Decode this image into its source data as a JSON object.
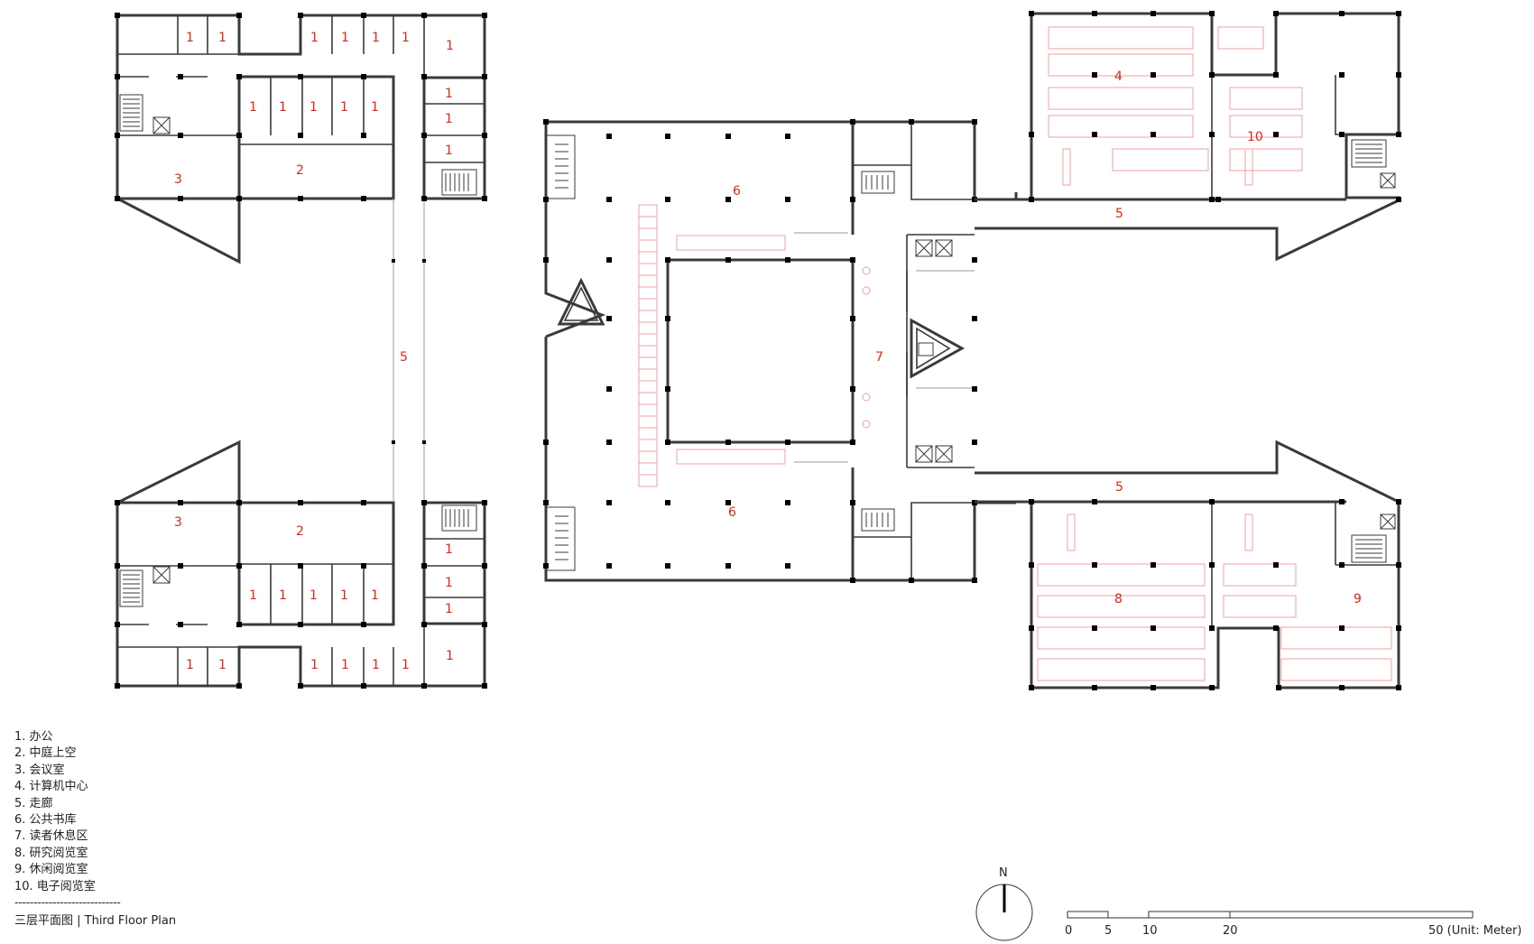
{
  "legend": {
    "items": [
      "1. 办公",
      "2. 中庭上空",
      "3. 会议室",
      "4. 计算机中心",
      "5. 走廊",
      "6. 公共书库",
      "7. 读者休息区",
      "8. 研究阅览室",
      "9. 休闲阅览室",
      "10. 电子阅览室"
    ],
    "separator": "----------------------------",
    "title": "三层平面图 | Third Floor Plan"
  },
  "north": {
    "label": "N"
  },
  "scale": {
    "ticks": [
      "0",
      "5",
      "10",
      "20"
    ],
    "end_label": "50 (Unit: Meter)"
  },
  "rooms": {
    "office": "1",
    "atrium_void": "2",
    "meeting": "3",
    "computer_center": "4",
    "corridor": "5",
    "public_stacks": "6",
    "reader_lounge": "7",
    "research_reading": "8",
    "leisure_reading": "9",
    "e_reading": "10"
  },
  "colors": {
    "room_number": "#d42a1a",
    "wall": "#3a3a3a",
    "furniture": "#f0a0a0"
  }
}
